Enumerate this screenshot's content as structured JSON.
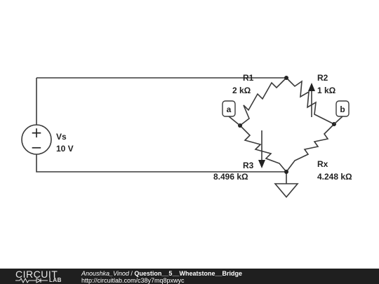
{
  "circuit": {
    "source": {
      "name": "Vs",
      "value": "10 V",
      "plus": "+",
      "minus": "−"
    },
    "r1": {
      "name": "R1",
      "value": "2 kΩ"
    },
    "r2": {
      "name": "R2",
      "value": "1 kΩ"
    },
    "r3": {
      "name": "R3",
      "value": "8.496 kΩ"
    },
    "rx": {
      "name": "Rx",
      "value": "4.248 kΩ"
    },
    "probe_a": "a",
    "probe_b": "b"
  },
  "footer": {
    "logo_top": "CIRCUIT",
    "logo_bottom": "LAB",
    "author": "Anoushka_Vinod",
    "separator": " / ",
    "title": "Question__5__Wheatstone__Bridge",
    "url": "http://circuitlab.com/c38y7mq8pxwyc"
  },
  "colors": {
    "wire": "#3a3a3a",
    "footer_bg": "#1f1f1f",
    "footer_text": "#ffffff"
  }
}
